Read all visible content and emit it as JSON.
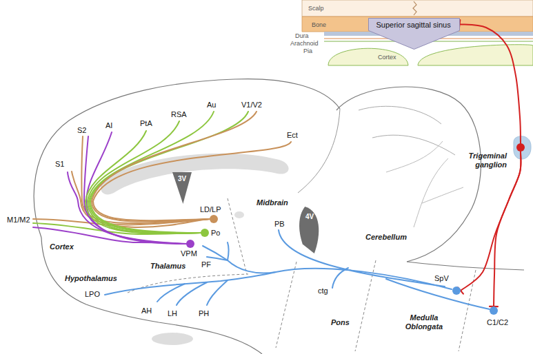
{
  "diagram": {
    "nodes": [
      {
        "text": [
          "Superior sagittal sinus"
        ]
      },
      {
        "text": [
          "Trigeminal ganglion"
        ]
      },
      {
        "text": [
          "3V"
        ]
      },
      {
        "text": [
          "LD/LP"
        ]
      },
      {
        "text": [
          "Po"
        ]
      },
      {
        "text": [
          "4V"
        ]
      },
      {
        "text": [
          "VPM"
        ]
      },
      {
        "text": [
          "SpV"
        ]
      },
      {
        "text": [
          "C1/C2"
        ]
      }
    ],
    "edges": [
      {
        "from": 1,
        "to": 0,
        "arrow": "to"
      },
      {
        "from": 1,
        "to": 7,
        "arrow": "to"
      },
      {
        "from": 1,
        "to": 8,
        "arrow": "to"
      }
    ],
    "labels": [
      "Scalp",
      "Bone",
      "Dura",
      "Arachnoid",
      "Pia",
      "Cortex",
      "S1",
      "S2",
      "AI",
      "PtA",
      "RSA",
      "Au",
      "V1/V2",
      "Ect",
      "M1/M2",
      "Cortex",
      "Midbrain",
      "PB",
      "Cerebellum",
      "PF",
      "Thalamus",
      "Hypothalamus",
      "LPO",
      "AH",
      "LH",
      "PH",
      "ctg",
      "Pons",
      "Medulla Oblongata"
    ]
  }
}
